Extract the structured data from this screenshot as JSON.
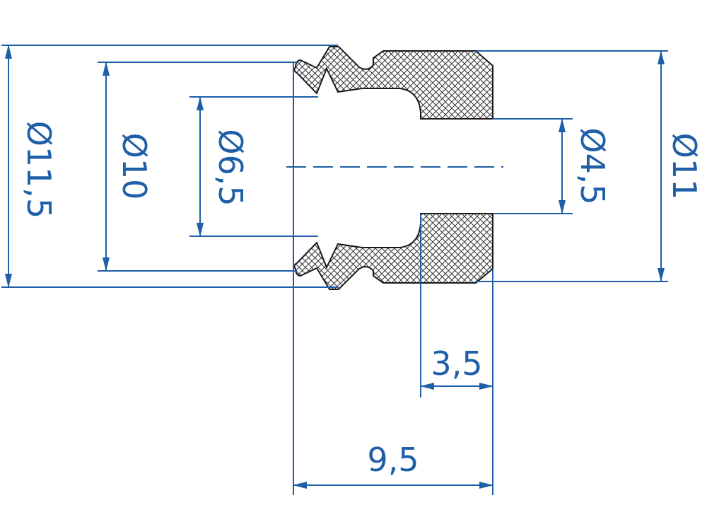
{
  "colors": {
    "dimension": "#1f5fa8",
    "outline": "#1a1a1a",
    "hatch": "#333333",
    "background": "#ffffff"
  },
  "dimensions": {
    "outer_lip_diameter": "Ø11,5",
    "inner_lip_diameter": "Ø10",
    "bore_diameter": "Ø6,5",
    "hole_diameter": "Ø4,5",
    "body_diameter": "Ø11",
    "base_thickness": "3,5",
    "total_length": "9,5"
  }
}
